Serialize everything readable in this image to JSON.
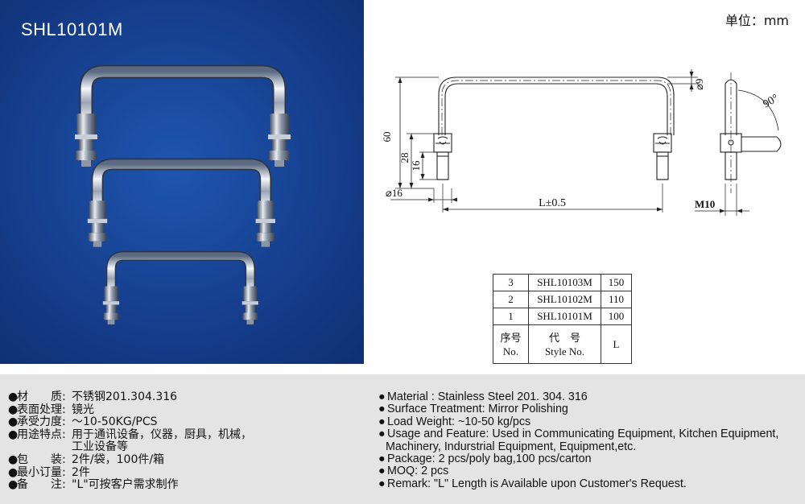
{
  "product": {
    "model": "SHL10101M"
  },
  "drawing": {
    "unit_label": "单位：mm",
    "dims": {
      "height": "60",
      "mount_height": "28",
      "thread_len": "16",
      "base_dia": "⌀16",
      "rod_dia": "⌀9",
      "length": "L±0.5",
      "thread": "M10",
      "angle": "90°"
    }
  },
  "spec_table": {
    "rows": [
      {
        "no": "3",
        "style": "SHL10103M",
        "L": "150"
      },
      {
        "no": "2",
        "style": "SHL10102M",
        "L": "110"
      },
      {
        "no": "1",
        "style": "SHL10101M",
        "L": "100"
      }
    ],
    "header": {
      "no_cn": "序号",
      "no_en": "No.",
      "style_cn": "代　号",
      "style_en": "Style No.",
      "L": "L"
    }
  },
  "specs_cn": {
    "bullet": "●",
    "material": {
      "label": "材　　质:",
      "value": "不锈钢201.304.316"
    },
    "surface": {
      "label": "表面处理:",
      "value": "镜光"
    },
    "load": {
      "label": "承受力度:",
      "value": "～10-50KG/PCS"
    },
    "usage": {
      "label": "用途特点:",
      "value": "用于通讯设备，仪器，厨具，机械，",
      "value2": "工业设备等"
    },
    "package": {
      "label": "包　　装:",
      "value": "2件/袋，100件/箱"
    },
    "moq": {
      "label": "最小订量:",
      "value": "2件"
    },
    "remark": {
      "label": "备　　注:",
      "value": "\"L\"可按客户需求制作"
    }
  },
  "specs_en": {
    "bullet": "●",
    "material": "Material : Stainless Steel 201. 304. 316",
    "surface": "Surface Treatment: Mirror Polishing",
    "load": "Load Weight: ~10-50 kg/pcs",
    "usage": "Usage and Feature: Used in Communicating Equipment, Kitchen Equipment,",
    "usage2": "Machinery, Indurstrial Equipment, Equipment,etc.",
    "package": "Package: 2 pcs/poly bag,100 pcs/carton",
    "moq": "MOQ: 2 pcs",
    "remark": "Remark: \"L\" Length is Available upon Customer's Request."
  }
}
